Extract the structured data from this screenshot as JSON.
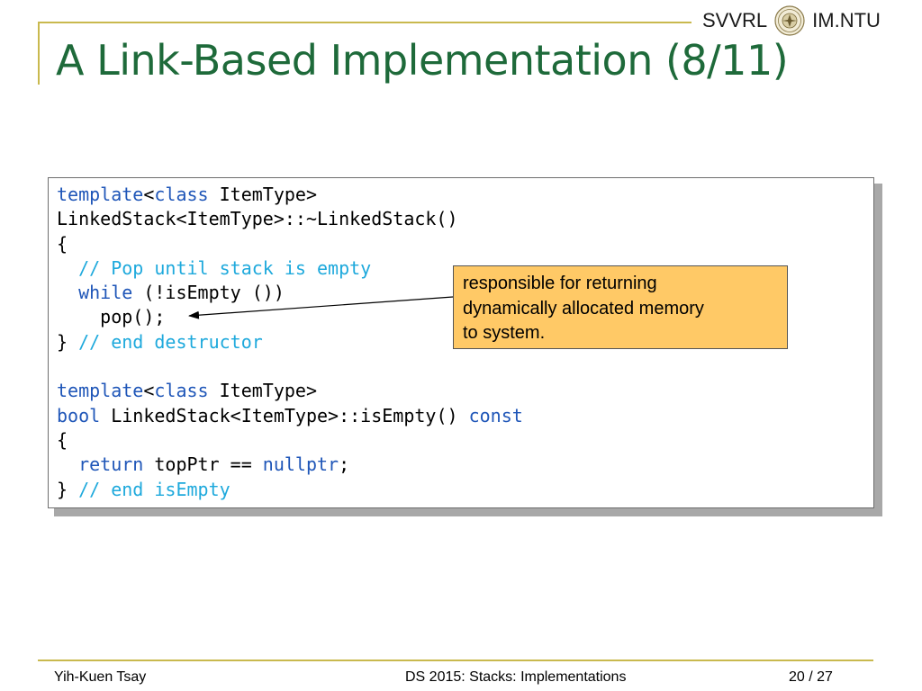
{
  "header": {
    "brand_left": "SVVRL",
    "brand_right": "IM.NTU",
    "title": "A Link-Based Implementation (8/11)"
  },
  "code": {
    "lines": [
      [
        {
          "t": "template",
          "c": "kw"
        },
        {
          "t": "<"
        },
        {
          "t": "class",
          "c": "kw"
        },
        {
          "t": " ItemType>"
        }
      ],
      [
        {
          "t": "LinkedStack<ItemType>::~LinkedStack()"
        }
      ],
      [
        {
          "t": "{"
        }
      ],
      [
        {
          "t": "  "
        },
        {
          "t": "// Pop until stack is empty",
          "c": "cm"
        }
      ],
      [
        {
          "t": "  "
        },
        {
          "t": "while",
          "c": "kw"
        },
        {
          "t": " (!isEmpty ())"
        }
      ],
      [
        {
          "t": "    pop();"
        }
      ],
      [
        {
          "t": "} "
        },
        {
          "t": "// end destructor",
          "c": "cm"
        }
      ],
      [
        {
          "t": ""
        }
      ],
      [
        {
          "t": "template",
          "c": "kw"
        },
        {
          "t": "<"
        },
        {
          "t": "class",
          "c": "kw"
        },
        {
          "t": " ItemType>"
        }
      ],
      [
        {
          "t": "bool",
          "c": "kw"
        },
        {
          "t": " LinkedStack<ItemType>::isEmpty() "
        },
        {
          "t": "const",
          "c": "kw"
        }
      ],
      [
        {
          "t": "{"
        }
      ],
      [
        {
          "t": "  "
        },
        {
          "t": "return",
          "c": "kw"
        },
        {
          "t": " topPtr == "
        },
        {
          "t": "nullptr",
          "c": "kw"
        },
        {
          "t": ";"
        }
      ],
      [
        {
          "t": "} "
        },
        {
          "t": "// end isEmpty",
          "c": "cm"
        }
      ]
    ]
  },
  "callout": {
    "lines": [
      "responsible for returning",
      "dynamically allocated memory",
      "to system."
    ]
  },
  "footer": {
    "author": "Yih-Kuen Tsay",
    "course": "DS 2015: Stacks: Implementations",
    "page": "20",
    "page_sep": " / ",
    "total": "27"
  },
  "colors": {
    "title": "#1e6a3a",
    "keyword": "#1f56b8",
    "comment": "#1ea9dc",
    "callout_fill": "#ffc966",
    "rule": "#c9b94e"
  }
}
